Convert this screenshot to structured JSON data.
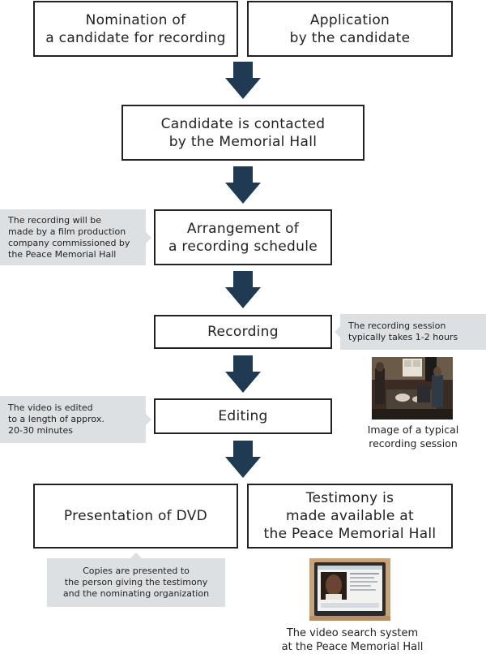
{
  "boxes": {
    "nomination": "Nomination of\na candidate for recording",
    "application": "Application\nby the candidate",
    "contacted": "Candidate is contacted\nby the Memorial Hall",
    "arrangement": "Arrangement of\na recording schedule",
    "recording": "Recording",
    "editing": "Editing",
    "presentation": "Presentation of DVD",
    "available": "Testimony is\nmade available at\nthe Peace Memorial Hall"
  },
  "notes": {
    "film_production": "The recording will be\nmade by a film production\ncompany commissioned by\nthe Peace Memorial Hall",
    "session_length": "The recording session\ntypically takes 1-2 hours",
    "video_edited": "The video is edited\nto a length of approx.\n20-30 minutes",
    "copies": "Copies are presented to\nthe person giving the testimony\nand the nominating organization"
  },
  "captions": {
    "recording_photo": "Image of a typical\nrecording session",
    "search_photo": "The video search system\nat the Peace Memorial Hall"
  },
  "colors": {
    "arrow": "#1f3a52",
    "note_bg": "#dde0e3",
    "border": "#222222"
  }
}
